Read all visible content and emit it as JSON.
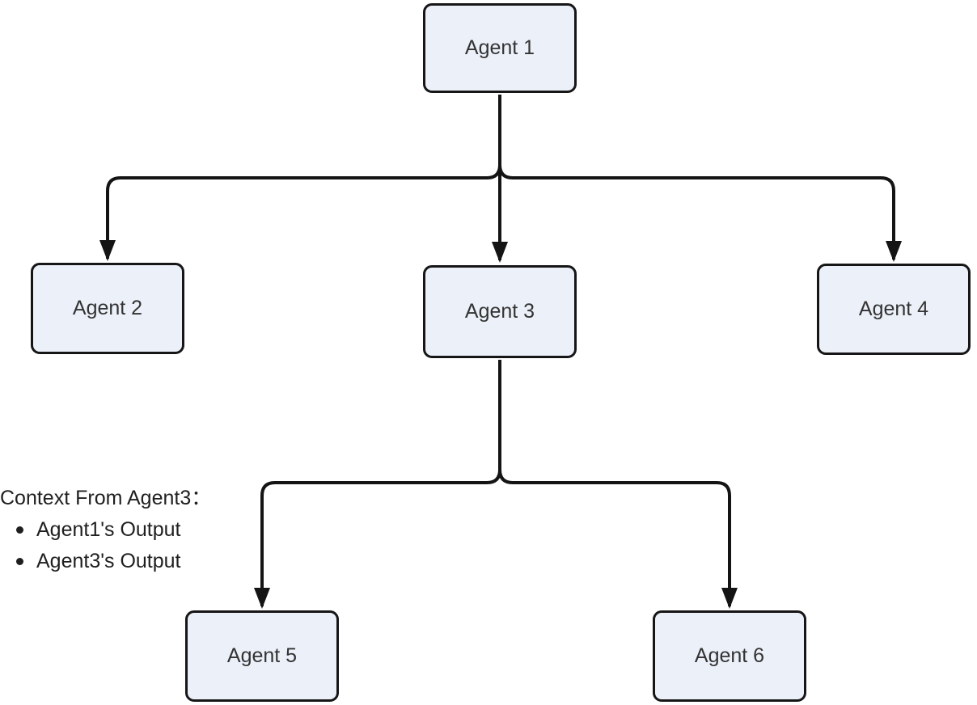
{
  "diagram": {
    "type": "flowchart-tree",
    "nodes": [
      {
        "id": "agent1",
        "label": "Agent 1"
      },
      {
        "id": "agent2",
        "label": "Agent 2"
      },
      {
        "id": "agent3",
        "label": "Agent 3"
      },
      {
        "id": "agent4",
        "label": "Agent 4"
      },
      {
        "id": "agent5",
        "label": "Agent 5"
      },
      {
        "id": "agent6",
        "label": "Agent 6"
      }
    ],
    "edges": [
      {
        "from": "agent1",
        "to": "agent2"
      },
      {
        "from": "agent1",
        "to": "agent3"
      },
      {
        "from": "agent1",
        "to": "agent4"
      },
      {
        "from": "agent3",
        "to": "agent5"
      },
      {
        "from": "agent3",
        "to": "agent6"
      }
    ],
    "annotation": {
      "title": "Context From Agent3：",
      "bullets": [
        "Agent1's Output",
        "Agent3's Output"
      ]
    },
    "colors": {
      "background": "#FFFFFF",
      "node_fill": "#ECF0F9",
      "node_border": "#161616",
      "node_text": "#333333",
      "edge": "#141414",
      "annotation_text": "#1F1F1F"
    }
  }
}
